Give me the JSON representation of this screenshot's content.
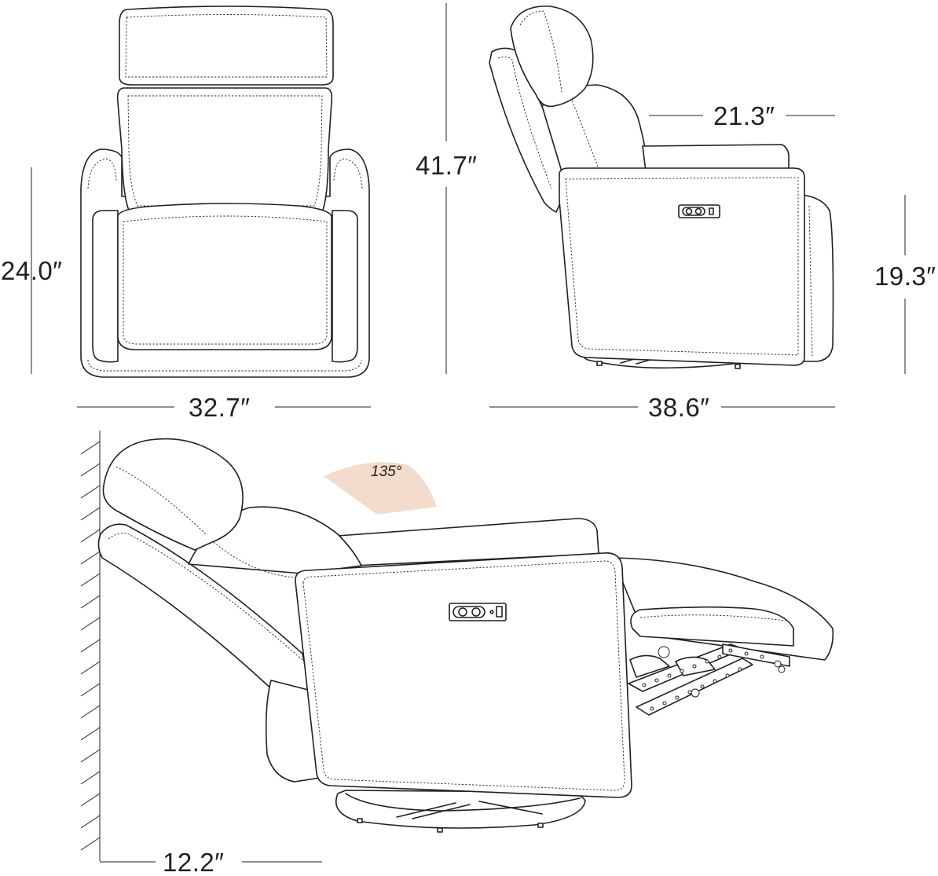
{
  "dimensions": {
    "front_height": "24.0″",
    "front_width": "32.7″",
    "total_height": "41.7″",
    "seat_depth": "21.3″",
    "seat_height": "19.3″",
    "side_depth": "38.6″",
    "wall_clearance": "12.2″"
  },
  "recline_angle": "135°",
  "colors": {
    "line": "#231f20",
    "angle_fill": "#f3dccc"
  },
  "icons": [
    "power-button-icon",
    "usb-port-icon"
  ]
}
